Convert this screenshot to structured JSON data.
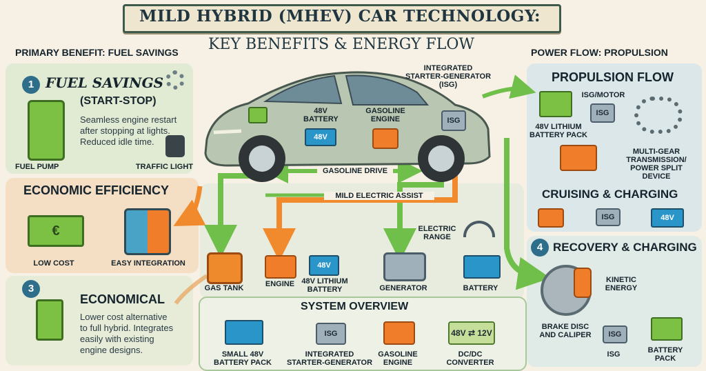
{
  "header": {
    "title": "MILD HYBRID (MHEV) CAR TECHNOLOGY:",
    "subtitle": "KEY BENEFITS & ENERGY FLOW"
  },
  "left_heading": "PRIMARY BENEFIT: FUEL SAVINGS",
  "right_heading": "POWER FLOW: PROPULSION",
  "fuel": {
    "num": "1",
    "title": "FUEL SAVINGS",
    "sub": "(START-STOP)",
    "desc1": "Seamless engine restart",
    "desc2": "after stopping at lights.",
    "desc3": "Reduced idle time.",
    "pump_label": "FUEL PUMP",
    "light_label": "TRAFFIC LIGHT"
  },
  "economic": {
    "title": "ECONOMIC EFFICIENCY",
    "low_cost": "LOW COST",
    "easy": "EASY INTEGRATION",
    "euro": "€"
  },
  "economical": {
    "num": "3",
    "title": "ECONOMICAL",
    "d1": "Lower cost alternative",
    "d2": "to full hybrid. Integrates",
    "d3": "easily with existing",
    "d4": "engine designs."
  },
  "car": {
    "isg_label1": "INTEGRATED",
    "isg_label2": "STARTER-GENERATOR",
    "isg_label3": "(ISG)",
    "batt_label1": "48V",
    "batt_label2": "BATTERY",
    "batt_text": "48V",
    "engine_label1": "GASOLINE",
    "engine_label2": "ENGINE",
    "isg_text": "ISG",
    "gas_drive": "GASOLINE DRIVE",
    "assist": "MILD ELECTRIC ASSIST"
  },
  "lower_mid": {
    "gas_tank": "GAS TANK",
    "engine": "ENGINE",
    "li1": "48V LITHIUM",
    "li2": "BATTERY",
    "batt_text": "48V",
    "generator": "GENERATOR",
    "battery": "BATTERY",
    "range1": "ELECTRIC",
    "range2": "RANGE"
  },
  "propulsion": {
    "title": "PROPULSION FLOW",
    "isg_motor": "ISG/MOTOR",
    "li1": "48V LITHIUM",
    "li2": "BATTERY PACK",
    "isg_text": "ISG",
    "mg1": "MULTI-GEAR",
    "mg2": "TRANSMISSION/",
    "mg3": "POWER SPLIT",
    "mg4": "DEVICE"
  },
  "cruising": {
    "title": "CRUISING & CHARGING",
    "isg_text": "ISG",
    "batt_text": "48V"
  },
  "recovery": {
    "num": "4",
    "title": "RECOVERY & CHARGING",
    "kin1": "KINETIC",
    "kin2": "ENERGY",
    "brake1": "BRAKE DISC",
    "brake2": "AND CALIPER",
    "isg_text": "ISG",
    "isg_label": "ISG",
    "pack1": "BATTERY",
    "pack2": "PACK"
  },
  "overview": {
    "title": "SYSTEM OVERVIEW",
    "i1a": "SMALL 48V",
    "i1b": "BATTERY PACK",
    "i2a": "INTEGRATED",
    "i2b": "STARTER-GENERATOR",
    "i3a": "GASOLINE",
    "i3b": "ENGINE",
    "i4a": "DC/DC",
    "i4b": "CONVERTER",
    "isg_text": "ISG",
    "dcdc_text": "48V ⇄ 12V"
  },
  "colors": {
    "green_arrow": "#6fbf4a",
    "orange_arrow": "#f08a2c",
    "blue_battery": "#2a95c8",
    "engine_orange": "#ef7d2a",
    "panel_green": "#e3ecd6",
    "panel_peach": "#f7e0c6",
    "panel_blue": "#dbe8ea"
  }
}
